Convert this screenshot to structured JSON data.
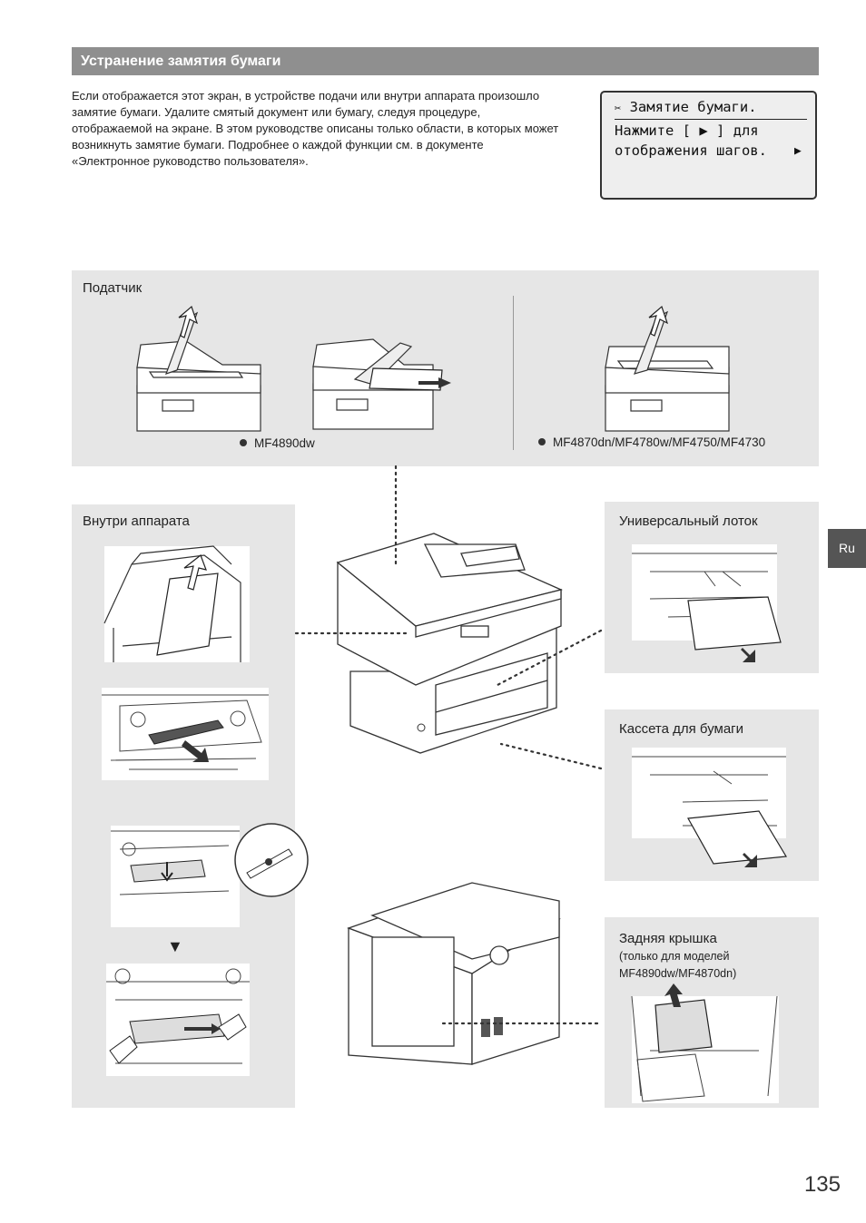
{
  "section": {
    "title": "Устранение замятия бумаги"
  },
  "intro": {
    "text": "Если отображается этот экран, в устройстве подачи или внутри аппарата произошло замятие бумаги. Удалите смятый документ или бумагу, следуя процедуре, отображаемой на экране. В этом руководстве описаны только области, в которых может возникнуть замятие бумаги. Подробнее о каждой функции см. в документе «Электронное руководство пользователя»."
  },
  "lcd": {
    "icon": "paper-jam-icon",
    "line1": "Замятие бумаги.",
    "line2": "Нажмите [ ▶ ] для",
    "line3": "отображения шагов.",
    "arrow": "▶"
  },
  "feeder": {
    "label": "Податчик",
    "model_left": "MF4890dw",
    "model_right": "MF4870dn/MF4780w/MF4750/MF4730"
  },
  "inside": {
    "label": "Внутри аппарата",
    "step_arrow": "▼"
  },
  "multipurpose": {
    "label": "Универсальный лоток"
  },
  "cassette": {
    "label": "Кассета для бумаги"
  },
  "rear": {
    "label": "Задняя крышка",
    "note_line1": "(только для моделей",
    "note_line2": "MF4890dw/MF4870dn)"
  },
  "side_tab": {
    "label": "Ru"
  },
  "page": {
    "number": "135"
  },
  "colors": {
    "section_bar": "#8f8f8f",
    "panel_bg": "#e6e6e6",
    "side_tab": "#555555"
  }
}
